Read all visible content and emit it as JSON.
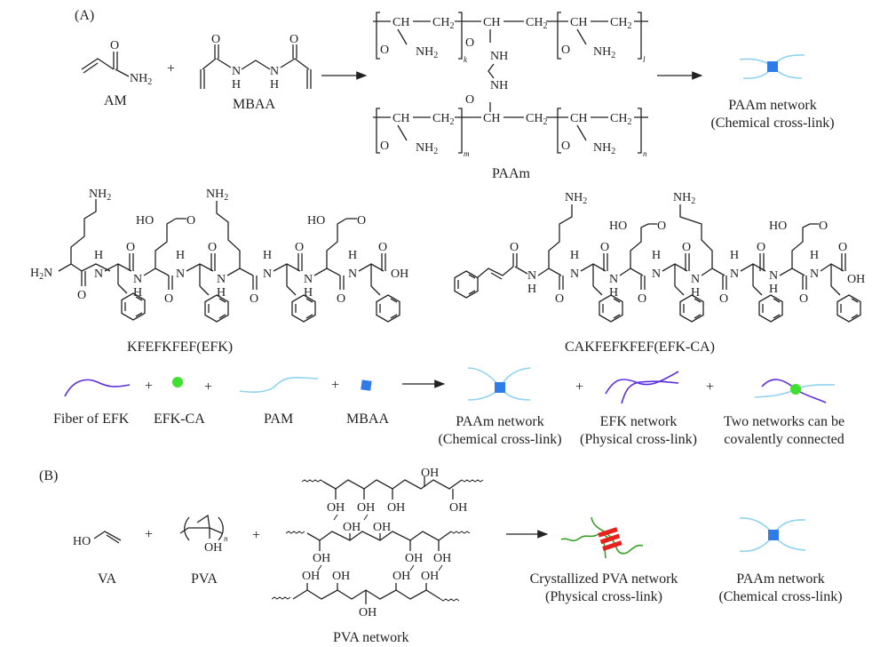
{
  "panel_a": {
    "label": "(A)",
    "reaction1": {
      "reactant1": "AM",
      "reactant2": "MBAA",
      "plus": "+",
      "product": "PAAm",
      "result_title": "PAAm network",
      "result_subtitle": "(Chemical cross-link)",
      "repeat_labels": [
        "k",
        "l",
        "m",
        "n"
      ]
    },
    "peptides": [
      {
        "name": "KFEFKFEF(EFK)"
      },
      {
        "name": "CAKFEFKFEF(EFK-CA)"
      }
    ],
    "schematic": {
      "inputs": [
        {
          "label": "Fiber of EFK",
          "icon": "purple-fiber"
        },
        {
          "label": "EFK-CA",
          "icon": "green-dot"
        },
        {
          "label": "PAM",
          "icon": "lightblue-chain"
        },
        {
          "label": "MBAA",
          "icon": "blue-square"
        }
      ],
      "outputs": [
        {
          "title": "PAAm network",
          "subtitle": "(Chemical cross-link)",
          "icon": "paam-network"
        },
        {
          "title": "EFK network",
          "subtitle": "(Physical cross-link)",
          "icon": "efk-network"
        },
        {
          "title": "Two networks can be",
          "subtitle": "covalently connected",
          "icon": "connected-networks"
        }
      ]
    }
  },
  "panel_b": {
    "label": "(B)",
    "inputs": [
      {
        "label": "VA"
      },
      {
        "label": "PVA"
      },
      {
        "label": "PVA network"
      }
    ],
    "outputs": [
      {
        "title": "Crystallized PVA network",
        "subtitle": "(Physical cross-link)"
      },
      {
        "title": "PAAm network",
        "subtitle": "(Chemical cross-link)"
      }
    ]
  },
  "colors": {
    "paam_chain": "#8fd3f0",
    "mbaa_square": "#2f7be8",
    "efk_fiber": "#5b2ee0",
    "efk_ca_dot": "#3fe02f",
    "pva_chain": "#3aa02a",
    "crystal": "#e82020"
  },
  "text": {
    "plus": "+",
    "nh2": "NH",
    "two": "2",
    "o": "O",
    "oh": "OH",
    "ho": "HO",
    "h": "H",
    "n": "N",
    "nh": "NH",
    "ch": "CH",
    "ch2": "CH",
    "h2n": "H"
  }
}
